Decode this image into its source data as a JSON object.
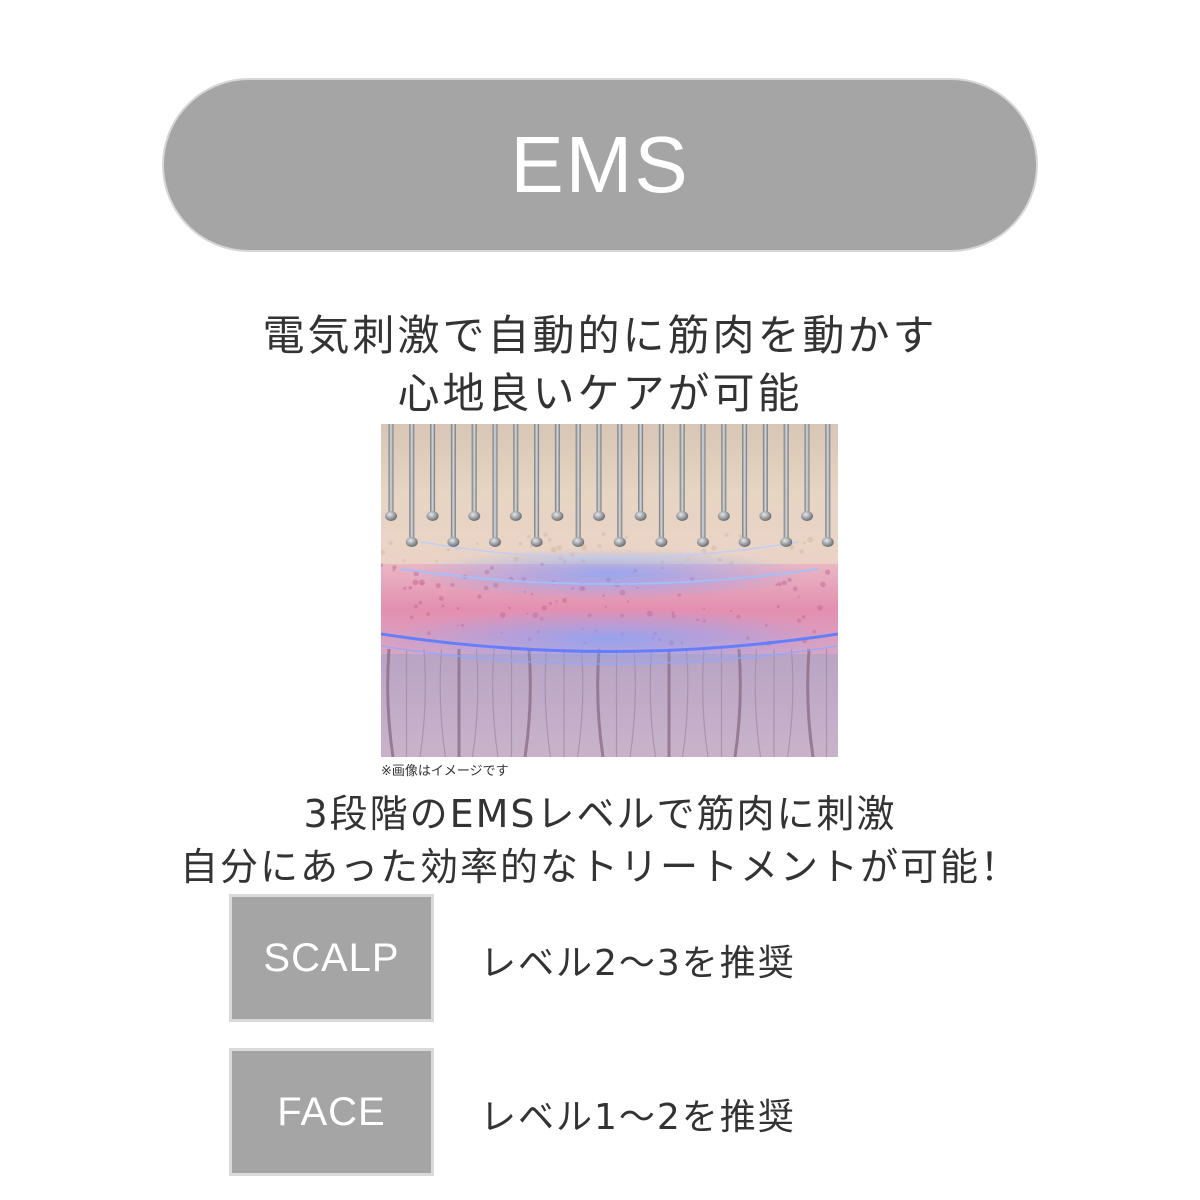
{
  "title": "EMS",
  "headline": {
    "line1": "電気刺激で自動的に筋肉を動かす",
    "line2": "心地良いケアが可能"
  },
  "illustration": {
    "icon": "ems-skin-layers-illustration",
    "caption": "※画像はイメージです"
  },
  "description": {
    "line1": "3段階のEMSレベルで筋肉に刺激",
    "line2": "自分にあった効率的なトリートメントが可能！"
  },
  "levels": [
    {
      "tag": "SCALP",
      "text": "レベル2〜3を推奨"
    },
    {
      "tag": "FACE",
      "text": "レベル1〜2を推奨"
    }
  ],
  "colors": {
    "pill": "#a5a5a5",
    "text": "#333333",
    "tag_text": "#ffffff"
  }
}
